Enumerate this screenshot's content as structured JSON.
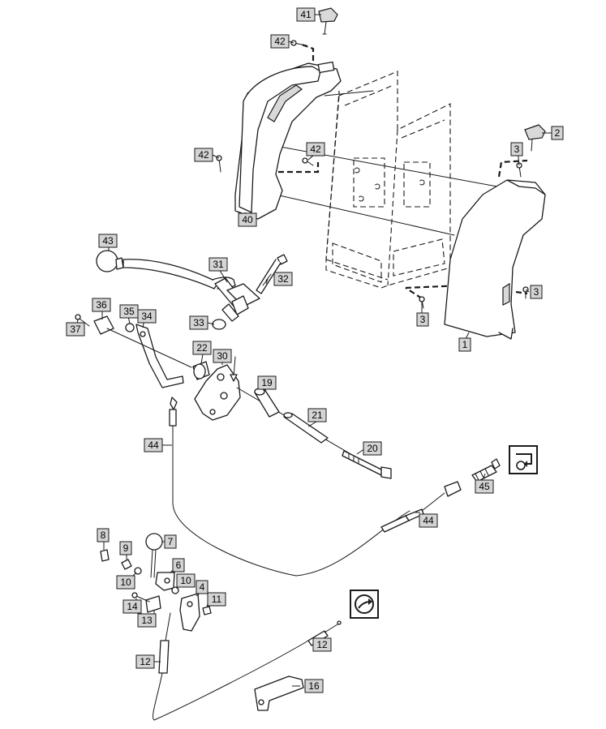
{
  "callouts": [
    {
      "id": "c41",
      "label": "41"
    },
    {
      "id": "c42a",
      "label": "42"
    },
    {
      "id": "c2",
      "label": "2"
    },
    {
      "id": "c3a",
      "label": "3"
    },
    {
      "id": "c42b",
      "label": "42"
    },
    {
      "id": "c42c",
      "label": "42"
    },
    {
      "id": "c40",
      "label": "40"
    },
    {
      "id": "c43",
      "label": "43"
    },
    {
      "id": "c31",
      "label": "31"
    },
    {
      "id": "c32",
      "label": "32"
    },
    {
      "id": "c3b",
      "label": "3"
    },
    {
      "id": "c3c",
      "label": "3"
    },
    {
      "id": "c36",
      "label": "36"
    },
    {
      "id": "c35",
      "label": "35"
    },
    {
      "id": "c34",
      "label": "34"
    },
    {
      "id": "c37",
      "label": "37"
    },
    {
      "id": "c33",
      "label": "33"
    },
    {
      "id": "c1",
      "label": "1"
    },
    {
      "id": "c22",
      "label": "22"
    },
    {
      "id": "c30",
      "label": "30"
    },
    {
      "id": "c19",
      "label": "19"
    },
    {
      "id": "c21",
      "label": "21"
    },
    {
      "id": "c44a",
      "label": "44"
    },
    {
      "id": "c20",
      "label": "20"
    },
    {
      "id": "c45",
      "label": "45"
    },
    {
      "id": "c44b",
      "label": "44"
    },
    {
      "id": "c8",
      "label": "8"
    },
    {
      "id": "c9",
      "label": "9"
    },
    {
      "id": "c7",
      "label": "7"
    },
    {
      "id": "c6",
      "label": "6"
    },
    {
      "id": "c10a",
      "label": "10"
    },
    {
      "id": "c10b",
      "label": "10"
    },
    {
      "id": "c4",
      "label": "4"
    },
    {
      "id": "c14",
      "label": "14"
    },
    {
      "id": "c11",
      "label": "11"
    },
    {
      "id": "c13",
      "label": "13"
    },
    {
      "id": "c12a",
      "label": "12"
    },
    {
      "id": "c12b",
      "label": "12"
    },
    {
      "id": "c16",
      "label": "16"
    }
  ],
  "icons": [
    {
      "id": "auger-rotation-icon",
      "name": "auger-rotation-icon"
    },
    {
      "id": "discharge-direction-icon",
      "name": "discharge-direction-icon"
    }
  ]
}
